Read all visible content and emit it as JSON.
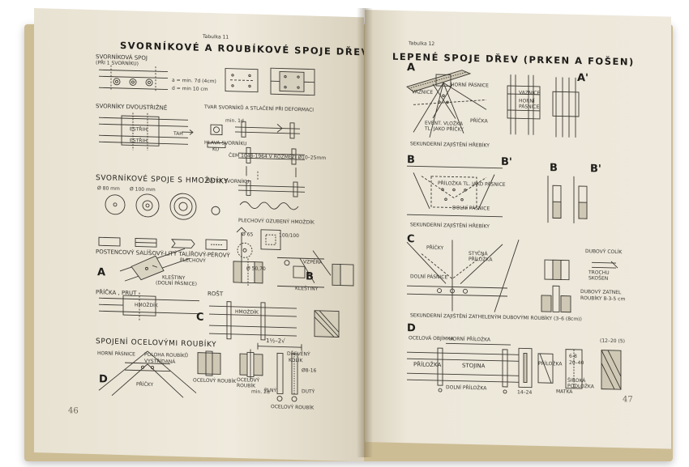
{
  "left": {
    "table_no": "Tabulka 11",
    "title": "SVORNÍKOVÉ A ROUBÍKOVÉ SPOJE DŘEV",
    "page_number": "46",
    "labels": {
      "sv_spoj": "SVORNÍKOVÁ SPOJ",
      "sv_spoj_sub": "(PŘI 1 SVORNÍKU)",
      "dim1": "a = min. 7d (4cm)",
      "dim2": "d = min 10 cm",
      "dvoustrizne": "SVORNÍKY DVOUSTŘIŽNÉ",
      "estrih": "ESTŘIH",
      "tah": "TAH",
      "estrih2": "ESTŘIH",
      "tvar": "TVAR SVORNÍKŮ A STLAČENÍ PŘI DEFORMACI",
      "hlava": "HLAVA SVORNÍKU",
      "ku": "KU",
      "matka": "MATKA SVORNÍKU",
      "min": "min. 1d",
      "cem": "ČEM 1048-1964 V ROZMEZÍ Ø10–25mm",
      "umozdik_h": "SVORNÍKOVÉ SPOJE S HMOŽDÍKY",
      "phi80": "Ø 80 mm",
      "ktc": "Ø 100 mm",
      "plech": "PLECHOVÝ OZUBENÝ HMOŽDÍK",
      "d65": "Ø 65",
      "d100": "100/100",
      "postencovy": "POSTENCOVÝ  SALÍŠOVÝ-LITÝ  TALÍŘOVÝ-PÉROVÝ",
      "plechovy": "PLECHOVÝ",
      "d50": "Ø 50,70",
      "a_big": "A",
      "b_big": "B",
      "klestiny": "KLEŠTINY",
      "dolni": "(DOLNÍ PÁSNICE)",
      "klestiny2": "KLEŠTINY",
      "vzpera": "VZPĚRA",
      "pecka": "PŘÍČKA , PRUT",
      "hmozdik": "HMOŽDÍK",
      "rost": "ROŠT",
      "c_big": "C",
      "hmozdik2": "HMOŽDÍK",
      "dim15": "1½–2√",
      "spojeni": "SPOJENÍ OCELOVÝMI ROUBÍKY",
      "horni": "HORNÍ PÁSNICE",
      "poloha": "POLOHA ROUBÍKŮ",
      "vystridana": "VYSTŘÍDANÁ",
      "d_big": "D",
      "pricky": "PŘÍČKY",
      "ocelovy_roubik": "OCELOVÝ ROUBÍK",
      "ocelovy": "OCELOVÝ",
      "roubik": "ROUBÍK",
      "min2d": "min. 2d",
      "drevny": "DŘEVĚNÝ",
      "kolik": "KOLÍK",
      "d810": "Ø8-16",
      "plny": "PLNÝ",
      "duty": "DUTÝ",
      "ocelovy_roubik2": "OCELOVÝ  ROUBÍK"
    }
  },
  "right": {
    "table_no": "Tabulka 12",
    "title": "LEPENÉ SPOJE DŘEV (PRKEN A FOŠEN)",
    "page_number": "47",
    "labels": {
      "a": "A",
      "a1": "A'",
      "vaznice": "VAZNICE",
      "horni_pasnice": "HORNÍ PÁSNICE",
      "vaznice2": "VAZNICE",
      "horni2": "HORNÍ",
      "pasnice2": "PÁSNICE",
      "event": "EVENT. VLOŽKA",
      "tl": "TL. JAKO PŘÍČKY",
      "pricka": "PŘÍČKA",
      "sekund1": "SEKUNDERNÍ ZAJIŠTĚNÍ HŘEBÍKY",
      "b": "B",
      "b1": "B'",
      "b_small": "B",
      "b1_small": "B'",
      "prilozka": "PŘÍLOŽKA TL. JAKO PÁSNICE",
      "dolni_pasnice": "DOLNÍ PÁSNICE",
      "sekund2": "SEKUNDERNÍ ZAJIŠTĚNÍ HŘEBÍKY",
      "c": "C",
      "pricky": "PŘÍČKY",
      "stycna": "STYČNÁ",
      "prilozka2": "PŘÍLOŽKA",
      "dolni2": "DOLNÍ PÁSNICE",
      "dubovy_colik": "DUBOVÝ COLÍK",
      "trochu": "TROCHU",
      "skoden": "SKOŠEN",
      "dubovy_zatnel": "DUBOVÝ ZATNEL",
      "roubiky": "ROUBÍKY 8-3-5 cm",
      "sekund3": "SEKUNDERNÍ ZAJIŠTĚNÍ ZATHELENÝM DUBOVÝMI ROUBÍKY (3–6 (8cm))",
      "d": "D",
      "ocelova": "OCELOVÁ OBJÍMKA",
      "horni_prilozka": "HORNÍ PŘÍLOŽKA",
      "prilozka3": "PŘÍLOŽKA",
      "stojina": "STOJINA",
      "dolni_prilozka": "DOLNÍ PŘÍLOŽKA",
      "prilozka4": "PŘÍLOŽKA",
      "matka": "MATKA",
      "siroka": "ŠIROKÁ",
      "podlozka": "PODLOŽKA",
      "d1224": "14–24",
      "d620": "6-8",
      "d2040": "20–40",
      "d1220": "(12–20 (5)"
    }
  }
}
